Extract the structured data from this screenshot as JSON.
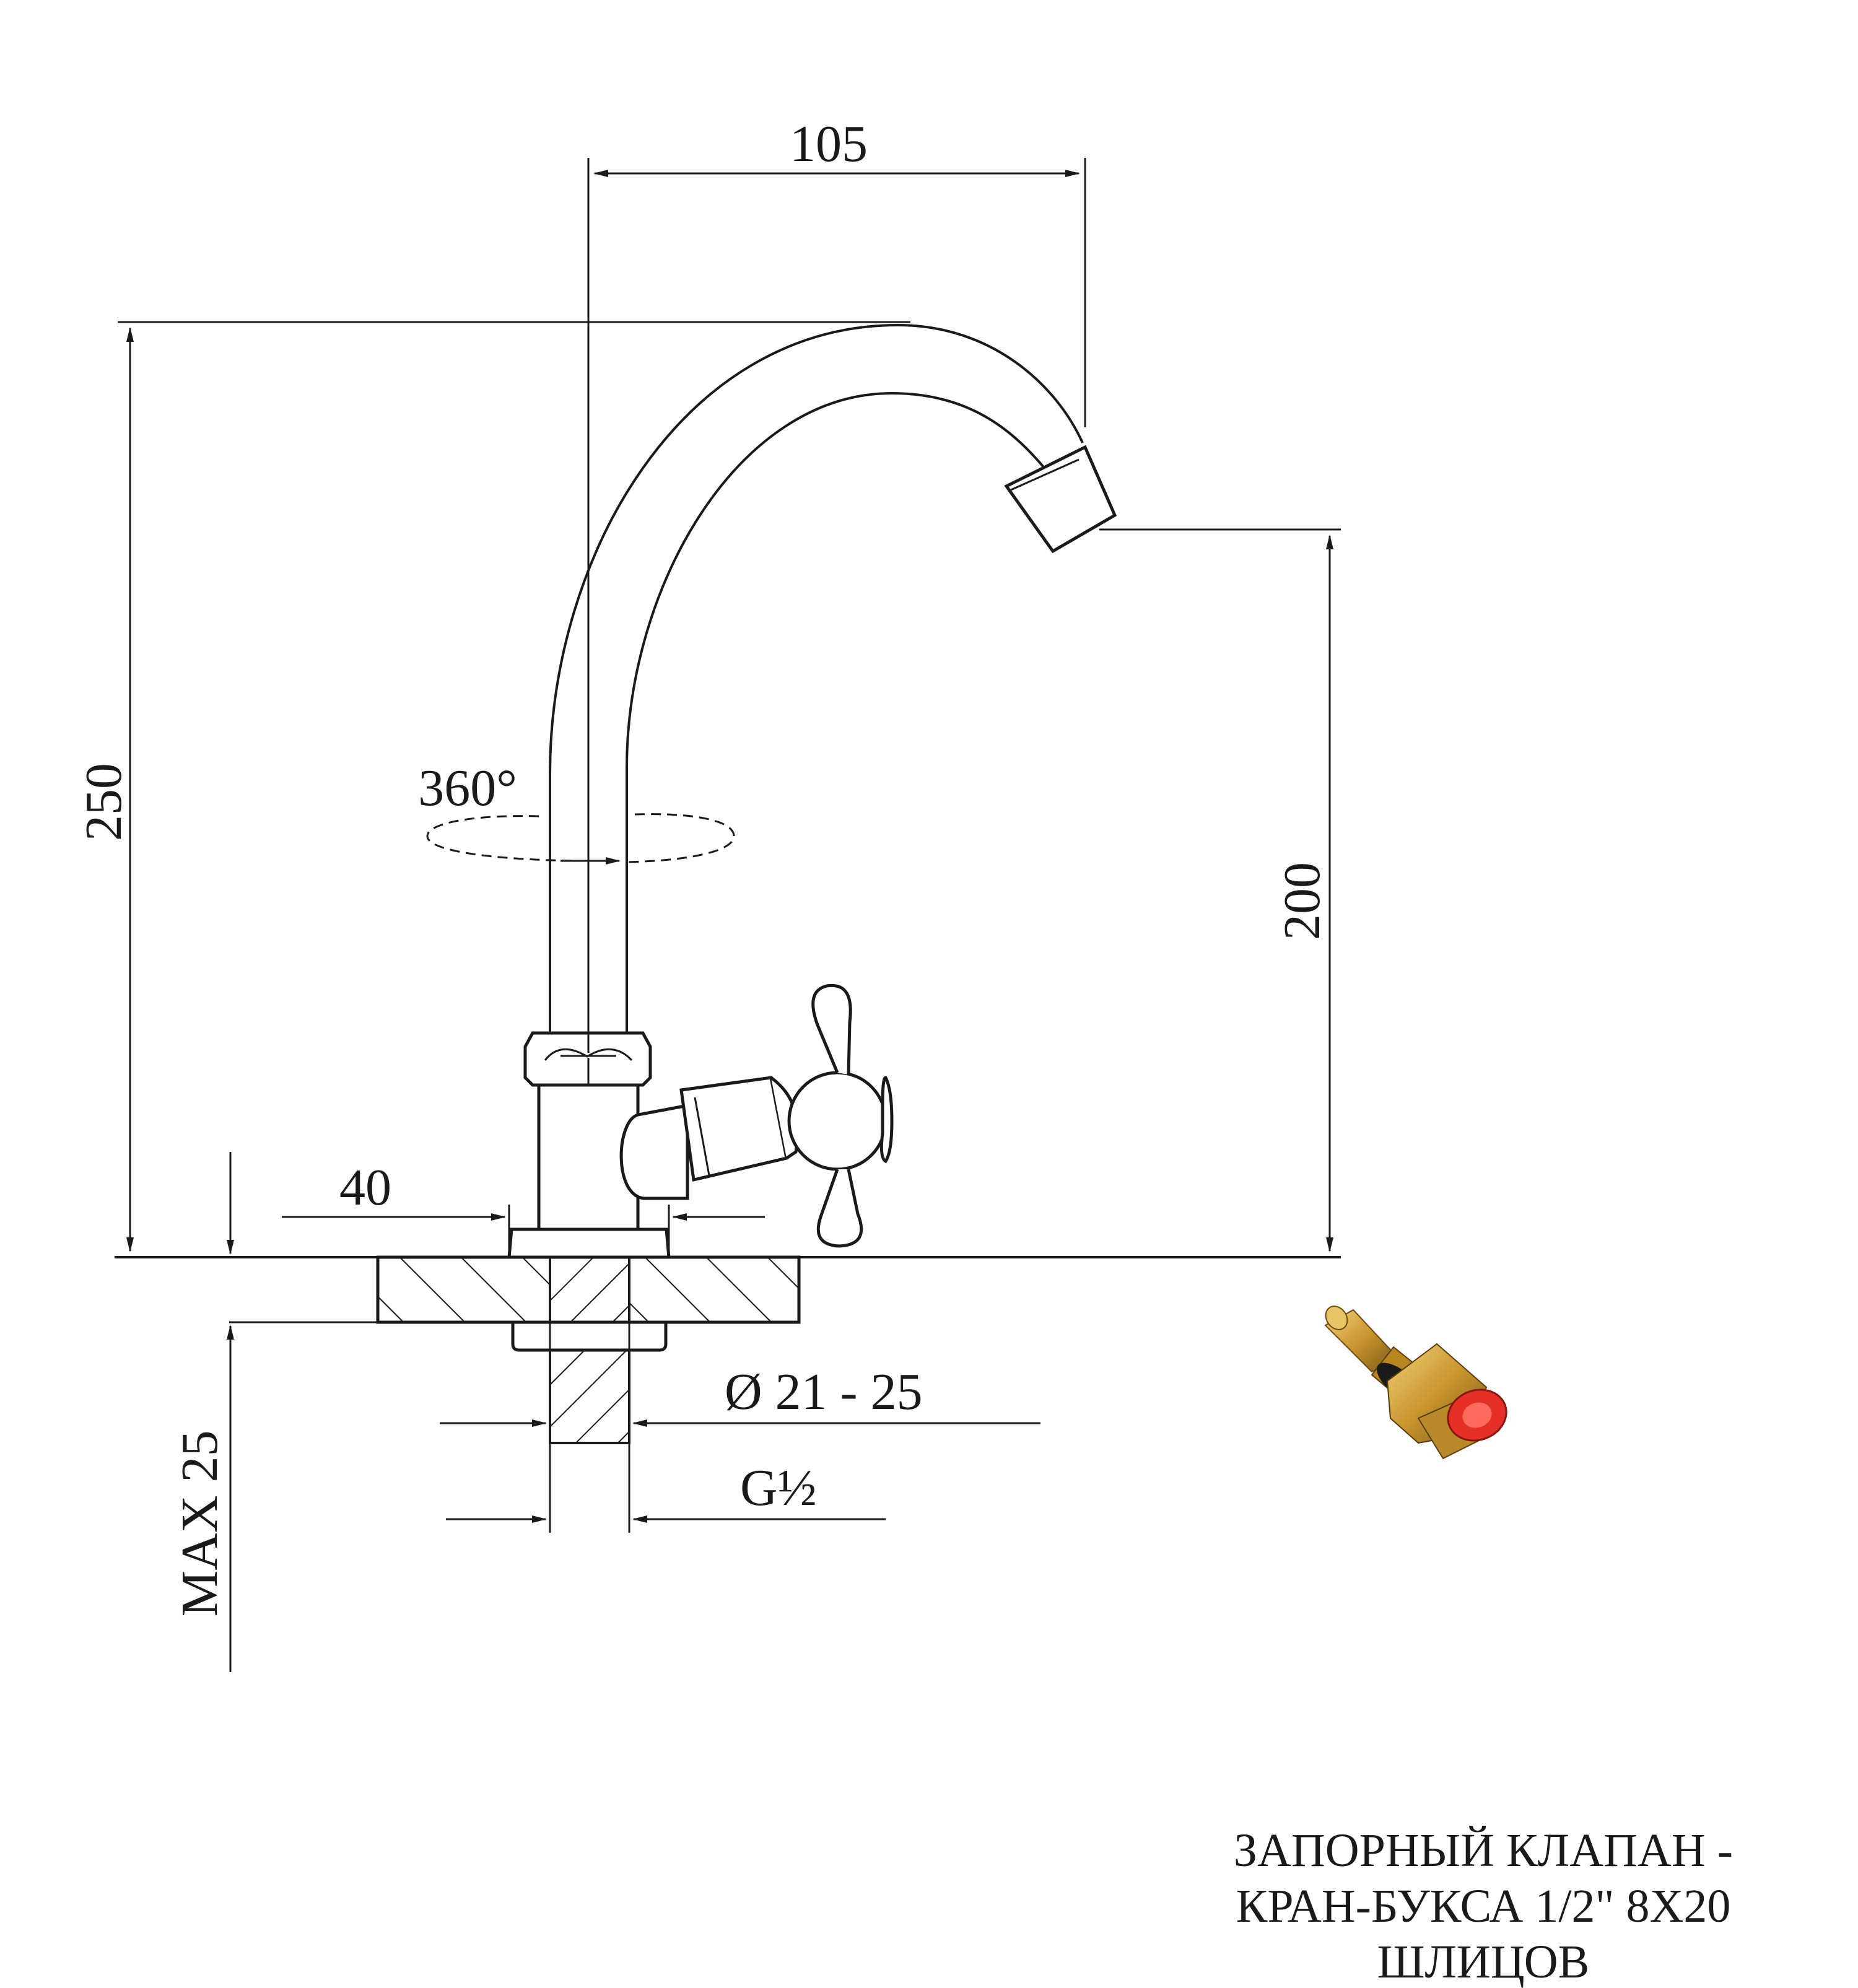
{
  "dimensions": {
    "reach": "105",
    "height_total": "250",
    "height_spout": "200",
    "rotation": "360°",
    "base_diameter": "40",
    "hole_diameter": "Ø 21 - 25",
    "thread": "G½",
    "counter_thickness": "MAX 25"
  },
  "caption": {
    "line1": "ЗАПОРНЫЙ КЛАПАН -",
    "line2": "КРАН-БУКСА 1/2\" 8Х20",
    "line3": "ШЛИЦОВ"
  },
  "colors": {
    "line": "#1a1a1a",
    "brass": "#c8962e",
    "seal_red": "#e53027"
  }
}
